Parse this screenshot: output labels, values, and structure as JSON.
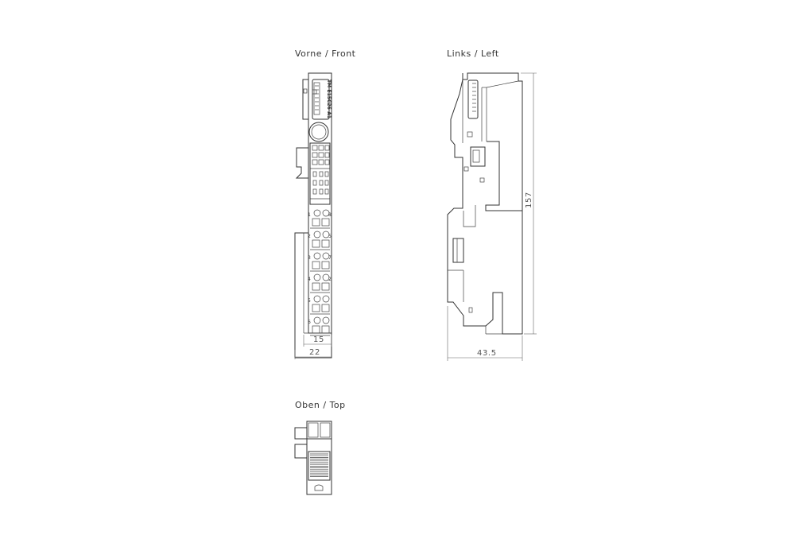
{
  "views": {
    "front_label": "Vorne  /  Front",
    "left_label": "Links  /  Left",
    "top_label": "Oben  /  Top"
  },
  "dimensions": {
    "front_inner_width": "15",
    "front_total_width": "22",
    "left_depth": "43.5",
    "left_height": "157"
  },
  "module_label": "TM-E15C26-A1",
  "terminals": {
    "row_labels": [
      "1",
      "2",
      "3",
      "4",
      "5",
      "6"
    ],
    "right_labels": [
      "8",
      "5",
      "7",
      "2",
      "",
      ""
    ]
  },
  "colors": {
    "line": "#333333",
    "dimension": "#666666",
    "background": "#ffffff"
  }
}
